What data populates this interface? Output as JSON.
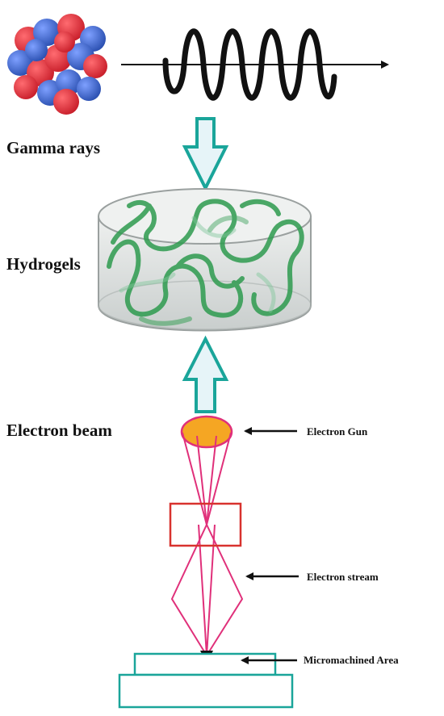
{
  "labels": {
    "gamma_rays": "Gamma rays",
    "hydrogels": "Hydrogels",
    "electron_beam": "Electron beam",
    "electron_gun": "Electron Gun",
    "electron_stream": "Electron stream",
    "micromachined_area": "Micromachined Area"
  },
  "colors": {
    "nucleus_red": "#e0303a",
    "nucleus_blue": "#3a64c8",
    "wave": "#111111",
    "arrow_outline": "#1aa59a",
    "arrow_fill": "#e6f4f8",
    "hydrogel_strand": "#2e9b4f",
    "gel_container": "#cfd4d3",
    "electron_gun": "#f5a623",
    "electron_gun_outline": "#e0307a",
    "electron_stream": "#e0307a",
    "lens_box": "#d8322e",
    "stage": "#1aa59a"
  }
}
